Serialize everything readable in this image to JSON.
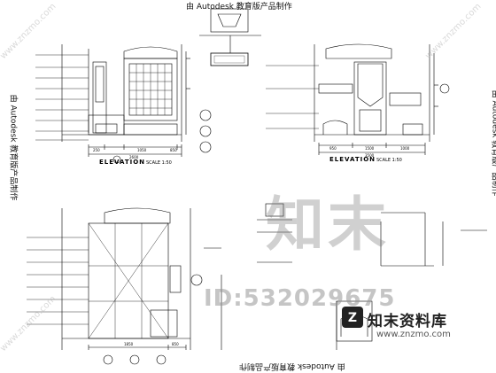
{
  "stamp_text": "由 Autodesk 教育版产品制作",
  "elevations": [
    {
      "title": "ELEVATION",
      "scale": "SCALE 1:50"
    },
    {
      "title": "ELEVATION",
      "scale": "SCALE 1:50"
    }
  ],
  "watermark": {
    "chinese": "知末",
    "id_text": "ID:532029675",
    "brand_name": "知末资料库",
    "brand_url": "www.znzmo.com",
    "diagonal_text": "www.znzmo.com"
  },
  "dimensions": {
    "elev_a": [
      "250",
      "1050",
      "850",
      "2600"
    ],
    "elev_b": [
      "950",
      "1500",
      "1000",
      "3500"
    ],
    "elev_c": [
      "1850",
      "850"
    ]
  },
  "colors": {
    "ink": "#000000",
    "watermark": "#9a9a9a"
  }
}
